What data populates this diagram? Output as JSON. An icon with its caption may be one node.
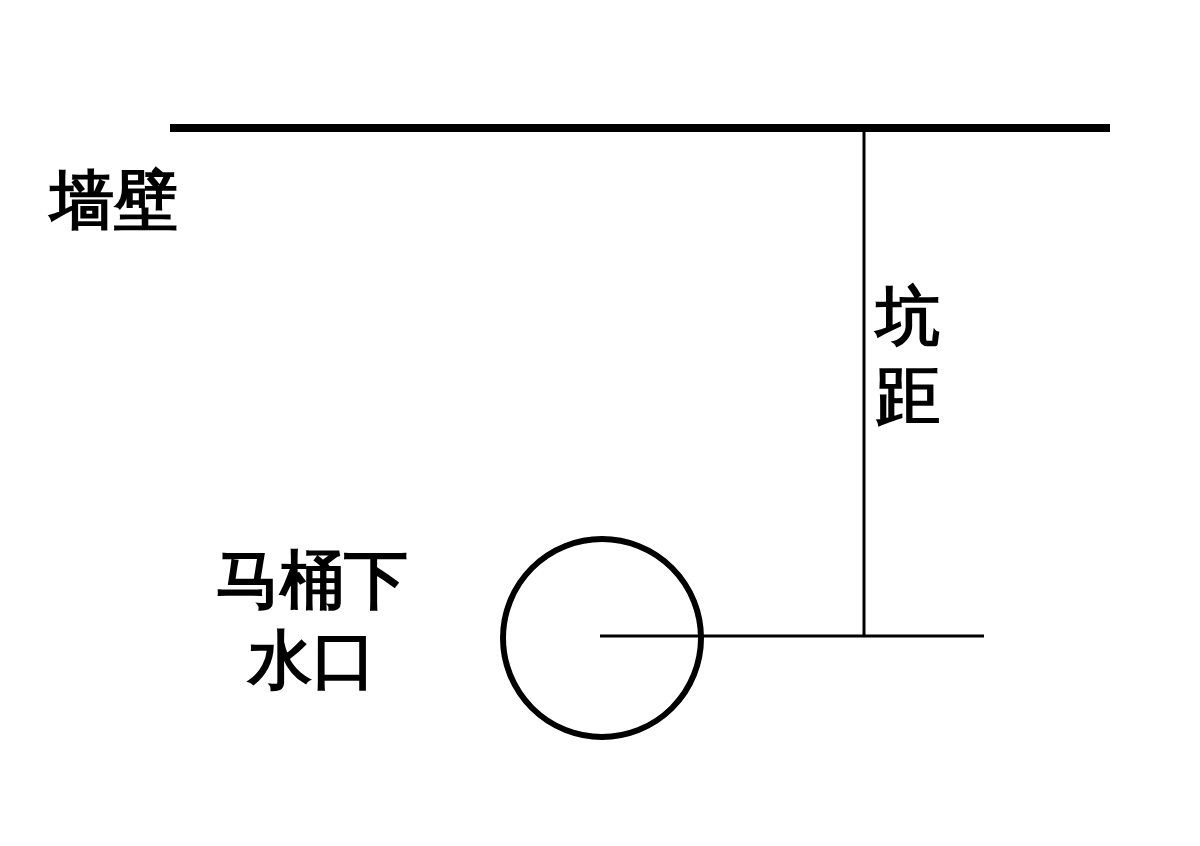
{
  "diagram": {
    "nodes": [
      {
        "text": [],
        "shape": "bar",
        "beside": [
          "墙壁"
        ]
      },
      {
        "text": [],
        "shape": "circle",
        "beside": [
          "马桶下水口"
        ]
      }
    ],
    "labels": [
      "坑距"
    ]
  }
}
